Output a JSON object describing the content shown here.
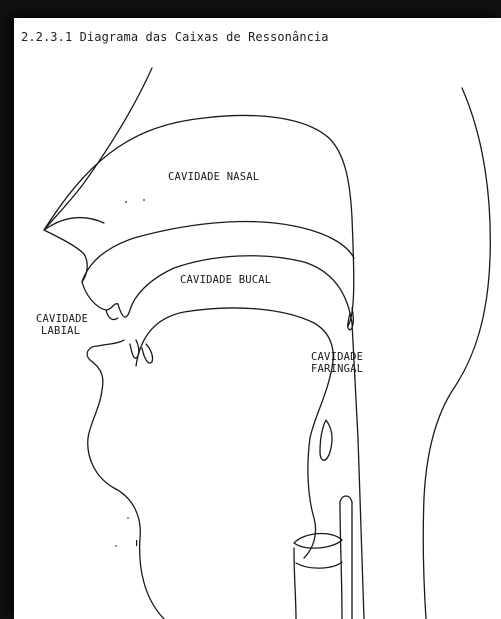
{
  "caption": "2.2.3.1 Diagrama das Caixas de Ressonância",
  "labels": {
    "nasal": "CAVIDADE NASAL",
    "bucal": "CAVIDADE BUCAL",
    "labial_1": "CAVIDADE",
    "labial_2": "LABIAL",
    "faringal_1": "CAVIDADE",
    "faringal_2": "FARINGAL"
  },
  "colors": {
    "ink": "#1a1a1a",
    "paper": "#ffffff",
    "frame": "#111111"
  }
}
